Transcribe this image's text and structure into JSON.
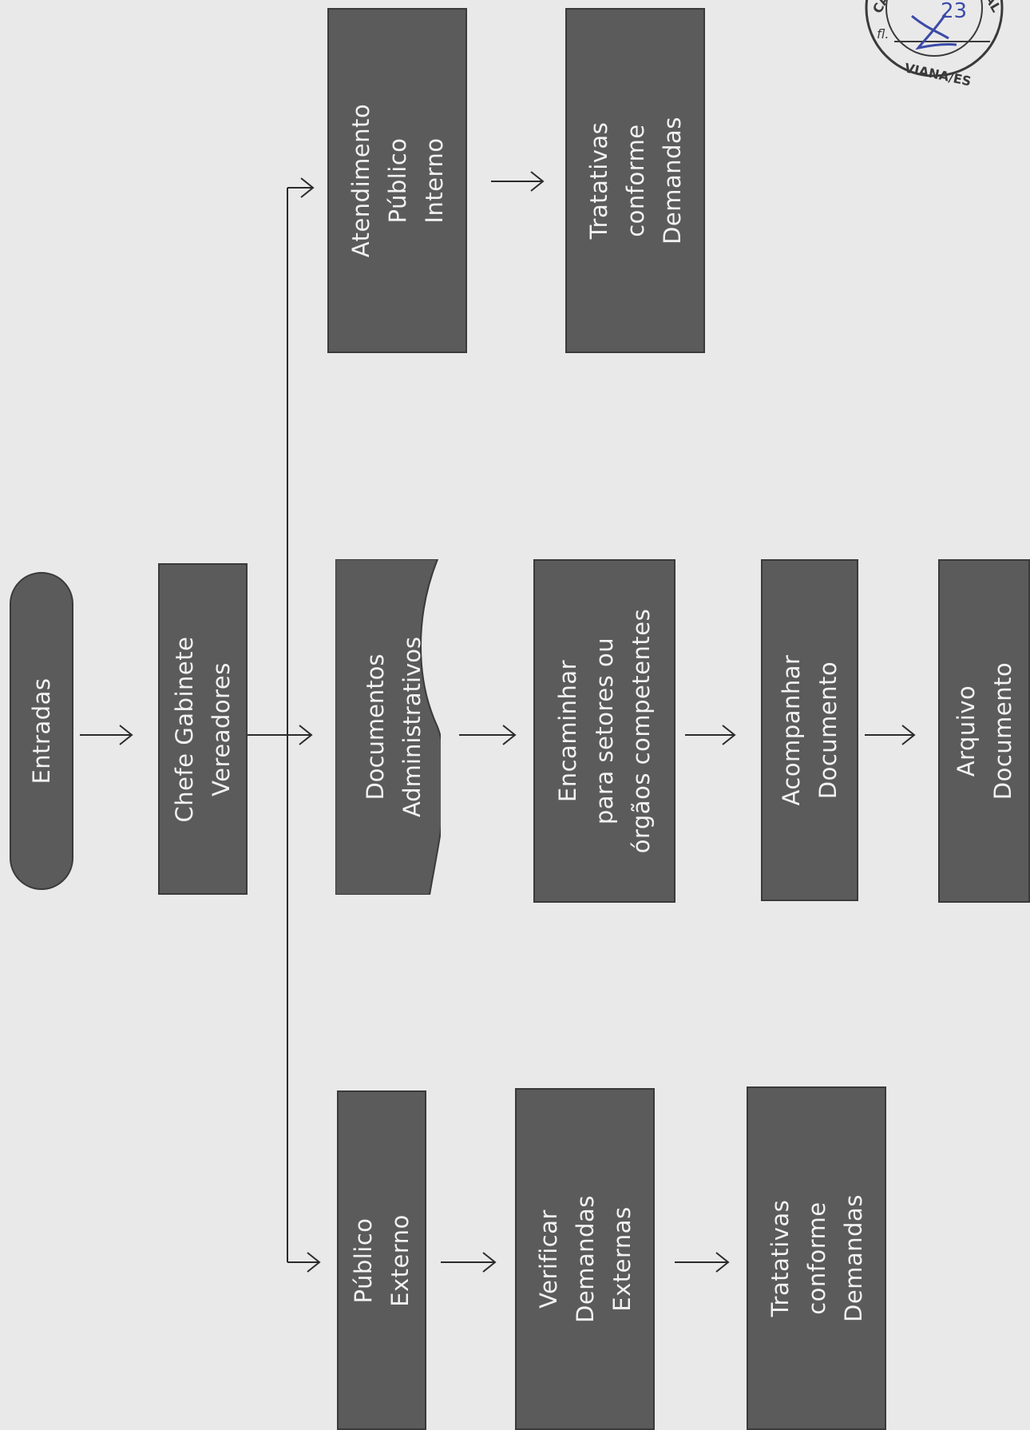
{
  "nodes": {
    "entradas": "Entradas",
    "chefe": "Chefe Gabinete\nVereadores",
    "doc_admin": "Documentos\nAdministrativos",
    "encaminhar": "Encaminhar\npara setores ou\nórgãos competentes",
    "acompanhar": "Acompanhar\nDocumento",
    "arquivo": "Arquivo\nDocumento",
    "atendimento": "Atendimento\nPúblico\nInterno",
    "tratativas_interno": "Tratativas\nconforme\nDemandas",
    "publico_externo": "Público\nExterno",
    "verificar": "Verificar\nDemandas\nExternas",
    "tratativas_externo": "Tratativas\nconforme\nDemandas"
  },
  "stamp": {
    "text_top_left": "CA",
    "text_top_right": "PAL",
    "text_bottom": "VIANA/ES",
    "folio_label": "fl.",
    "folio_number": "23"
  },
  "colors": {
    "box_fill": "#5b5b5b",
    "box_text": "#f2f2f2",
    "line": "#2b2b2b",
    "paper": "#e9e9e9"
  }
}
